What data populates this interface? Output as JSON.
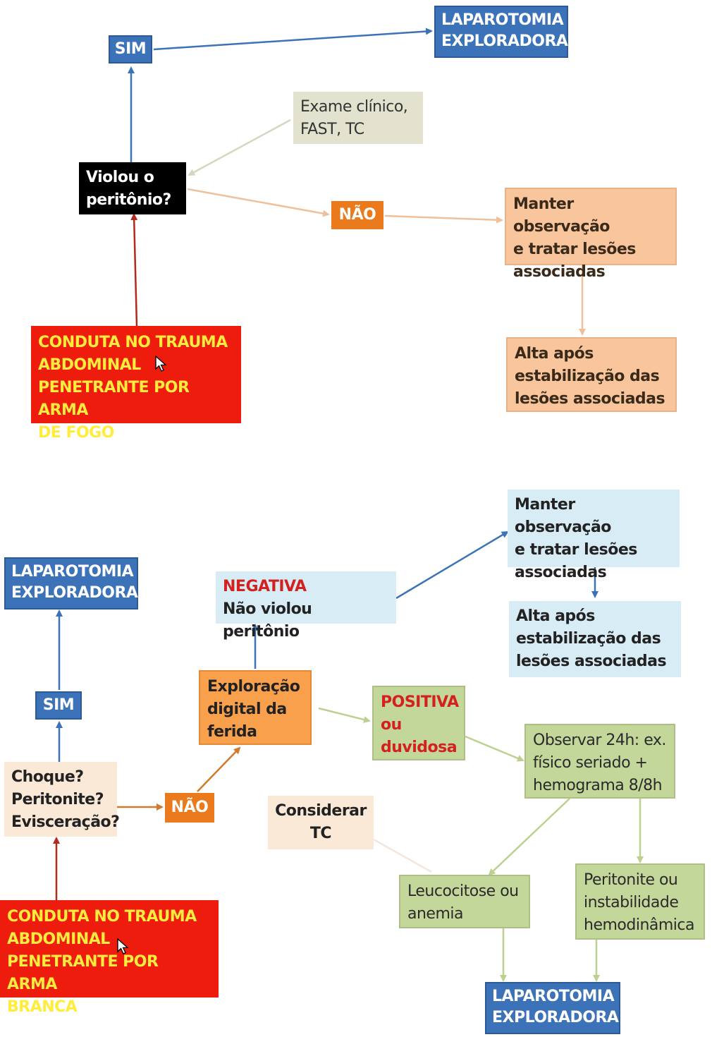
{
  "section1": {
    "sim": "SIM",
    "laparotomia": "LAPAROTOMIA\nEXPLORADORA",
    "exame": "Exame clínico,\nFAST, TC",
    "violou": "Violou o\nperitônio?",
    "nao": "NÃO",
    "manter": "Manter observação\ne tratar lesões\nassociadas",
    "alta": "Alta após\nestabilização das\nlesões associadas",
    "conduta": "CONDUTA NO TRAUMA\nABDOMINAL\nPENETRANTE POR ARMA\nDE FOGO"
  },
  "section2": {
    "laparotomia_left": "LAPAROTOMIA\nEXPLORADORA",
    "sim": "SIM",
    "choque": "Choque?\nPeritonite?\nEvisceração?",
    "nao": "NÃO",
    "conduta": "CONDUTA NO TRAUMA\nABDOMINAL\nPENETRANTE POR ARMA\nBRANCA",
    "exploracao": "Exploração\ndigital da\nferida",
    "negativa_title": "NEGATIVA",
    "negativa_text": "Não violou peritônio",
    "manter": "Manter observação\ne tratar lesões\nassociadas",
    "alta": "Alta após\nestabilização das\nlesões associadas",
    "positiva": "POSITIVA\nou\nduvidosa",
    "observar": "Observar 24h: ex.\nfísico seriado +\nhemograma 8/8h",
    "considerar": "Considerar\nTC",
    "leucocitose": "Leucocitose ou\nanemia",
    "peritonite": "Peritonite ou\ninstabilidade\nhemodinâmica",
    "laparotomia_bottom": "LAPAROTOMIA\nEXPLORADORA"
  },
  "colors": {
    "blue": "#3c73b8",
    "dark_red": "#b22a1c",
    "peach": "#f3c7a4",
    "orange": "#ea7a1c",
    "green": "#c4d79b",
    "red_box": "#ee1c0c",
    "yellow_text": "#ffec3c"
  },
  "icons": [
    "mouse-cursor-icon",
    "mouse-cursor-icon"
  ]
}
